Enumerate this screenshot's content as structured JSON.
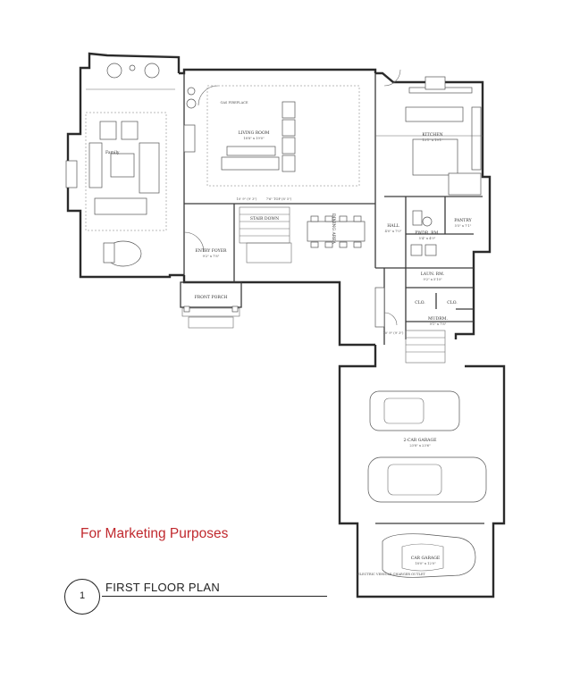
{
  "plan": {
    "title": "FIRST FLOOR PLAN",
    "sheet_number": "1",
    "note": "For Marketing Purposes",
    "rooms": [
      {
        "id": "family",
        "label": "Family",
        "dims": ""
      },
      {
        "id": "living",
        "label": "LIVING ROOM",
        "dims": "18'8\" x 19'0\""
      },
      {
        "id": "kitchen",
        "label": "KITCHEN",
        "dims": "13'1\" x 19'1\""
      },
      {
        "id": "pantry",
        "label": "PANTRY",
        "dims": "5'5\" x 7'1\""
      },
      {
        "id": "entry",
        "label": "ENTRY FOYER",
        "dims": "9'2\" x 7'8\""
      },
      {
        "id": "stair",
        "label": "STAIR DOWN",
        "dims": ""
      },
      {
        "id": "dining",
        "label": "DINING AREA",
        "dims": ""
      },
      {
        "id": "hall",
        "label": "HALL",
        "dims": "4'0\" x 7'0\""
      },
      {
        "id": "powder",
        "label": "PWDR. RM.",
        "dims": "5'4\" x 4'9\""
      },
      {
        "id": "laundry",
        "label": "LAUN. RM.",
        "dims": "9'2\" x 5'10\""
      },
      {
        "id": "mudroom",
        "label": "MUDRM.",
        "dims": "9'1\" x 7'8\""
      },
      {
        "id": "clo1",
        "label": "CLO.",
        "dims": ""
      },
      {
        "id": "clo2",
        "label": "CLO.",
        "dims": ""
      },
      {
        "id": "porch",
        "label": "FRONT PORCH",
        "dims": ""
      },
      {
        "id": "garage2",
        "label": "2-CAR GARAGE",
        "dims": "23'8\" x 23'6\""
      },
      {
        "id": "garage1",
        "label": "CAR GARAGE",
        "dims": "18'0\" x 12'0\""
      }
    ],
    "annotations": {
      "fireplace": "GAS FIREPLACE",
      "charger": "ELECTRIC VEHICLE CHARGER OUTLET",
      "ceiling_a": "10' 9\" (9' 3\")",
      "ceiling_b": "7'6\" TOP (8' 5\")",
      "ceiling_c": "10' 9\" (9' 3\")"
    },
    "colors": {
      "note": "#c0282d",
      "line": "#2b2b2b"
    }
  }
}
